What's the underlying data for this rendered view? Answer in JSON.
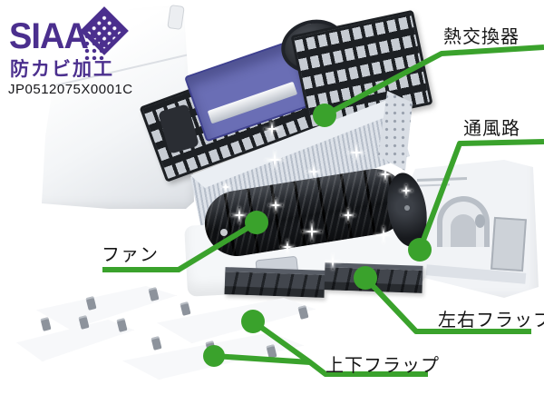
{
  "colors": {
    "callout_green": "#3aa22c",
    "siaa_purple": "#4b2f8e",
    "label_text": "#151515"
  },
  "siaa_badge": {
    "brand": "SIAA",
    "treatment_label": "防カビ加工",
    "registration_code": "JP0512075X0001C"
  },
  "callouts": [
    {
      "part": "heat-exchanger",
      "label": "熱交換器"
    },
    {
      "part": "air-passage",
      "label": "通風路"
    },
    {
      "part": "fan",
      "label": "ファン"
    },
    {
      "part": "left-right-flap",
      "label": "左右フラップ"
    },
    {
      "part": "up-down-flap",
      "label": "上下フラップ"
    }
  ]
}
